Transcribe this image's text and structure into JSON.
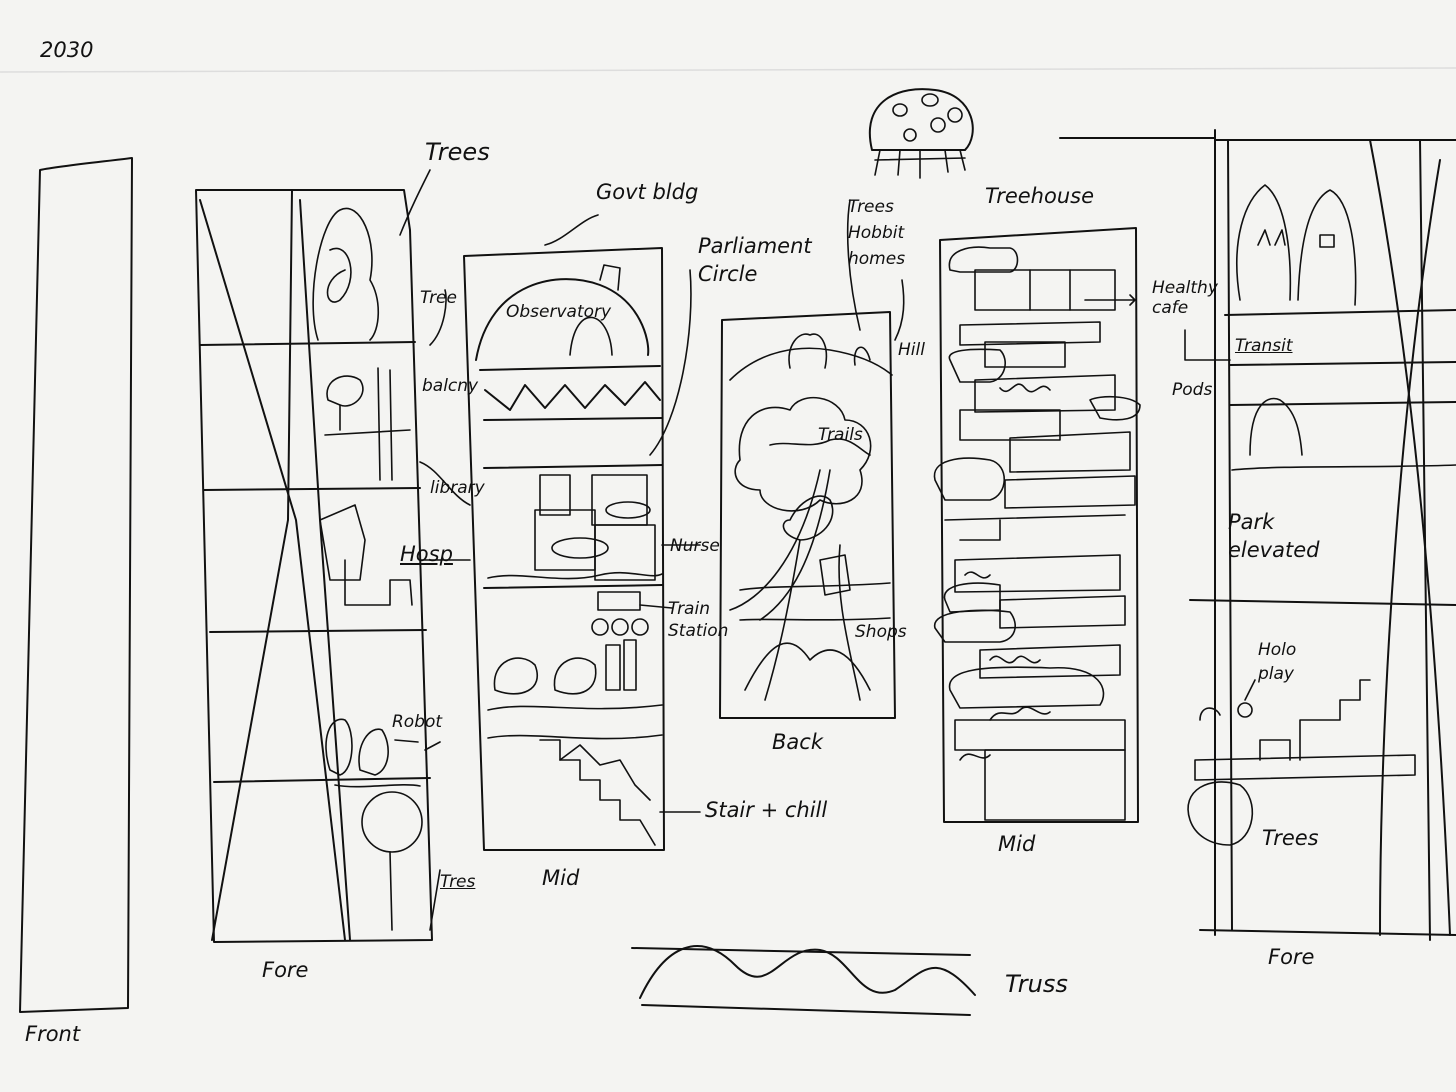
{
  "year": "2030",
  "labels": {
    "front": "Front",
    "fore_left": "Fore",
    "fore_right": "Fore",
    "mid_left": "Mid",
    "mid_right": "Mid",
    "back": "Back",
    "truss": "Truss",
    "trees_top": "Trees",
    "trees_bottom_left": "Tres",
    "trees_bottom_right": "Trees",
    "tree": "Tree",
    "balcony": "balcny",
    "library": "library",
    "hospital": "Hosp",
    "robot": "Robot",
    "govt_building": "Govt bldg",
    "observatory": "Observatory",
    "parliament_circle": "Parliament Circle",
    "nurse": "Nurse",
    "train_station": "Train Station",
    "stairs_chill": "Stair + chill",
    "trees_hobbit_homes": "Trees Hobbit homes",
    "hill": "Hill",
    "shops": "Shops",
    "trails": "Trails",
    "treehouse": "Treehouse",
    "healthy_cafe": "Healthy cafe",
    "transit": "Transit",
    "pods": "Pods",
    "park_elevated": "Park elevated",
    "holo_play": "Holo play"
  }
}
